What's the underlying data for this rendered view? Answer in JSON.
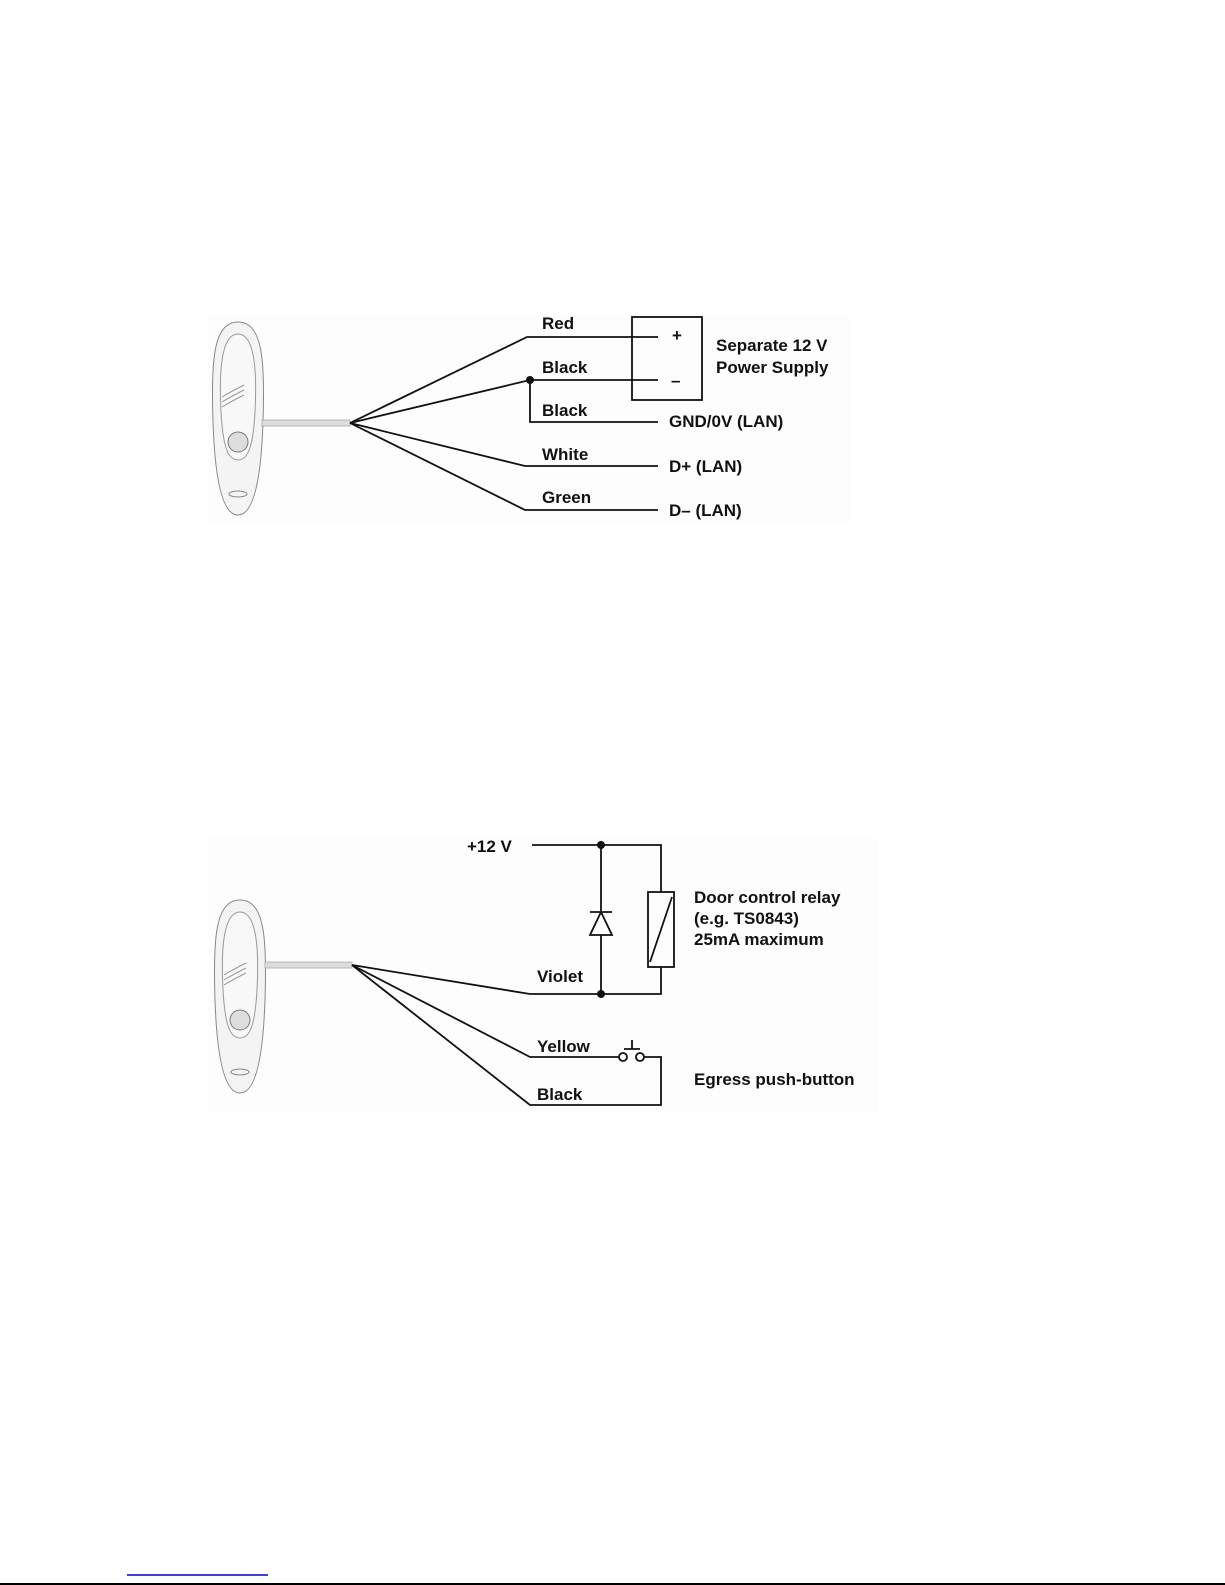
{
  "diagram1": {
    "wires": [
      "Red",
      "Black",
      "Black",
      "White",
      "Green"
    ],
    "supply_plus": "+",
    "supply_minus": "–",
    "supply_label": [
      "Separate 12 V",
      "Power Supply"
    ],
    "terminals": [
      "GND/0V (LAN)",
      "D+ (LAN)",
      "D– (LAN)"
    ]
  },
  "diagram2": {
    "supply": "+12 V",
    "wires": [
      "Violet",
      "Yellow",
      "Black"
    ],
    "relay_label": [
      "Door control relay",
      "(e.g. TS0843)",
      "25mA maximum"
    ],
    "button_label": "Egress push-button"
  },
  "colors": {
    "footer_link": "#0000cc",
    "rule": "#000000"
  }
}
